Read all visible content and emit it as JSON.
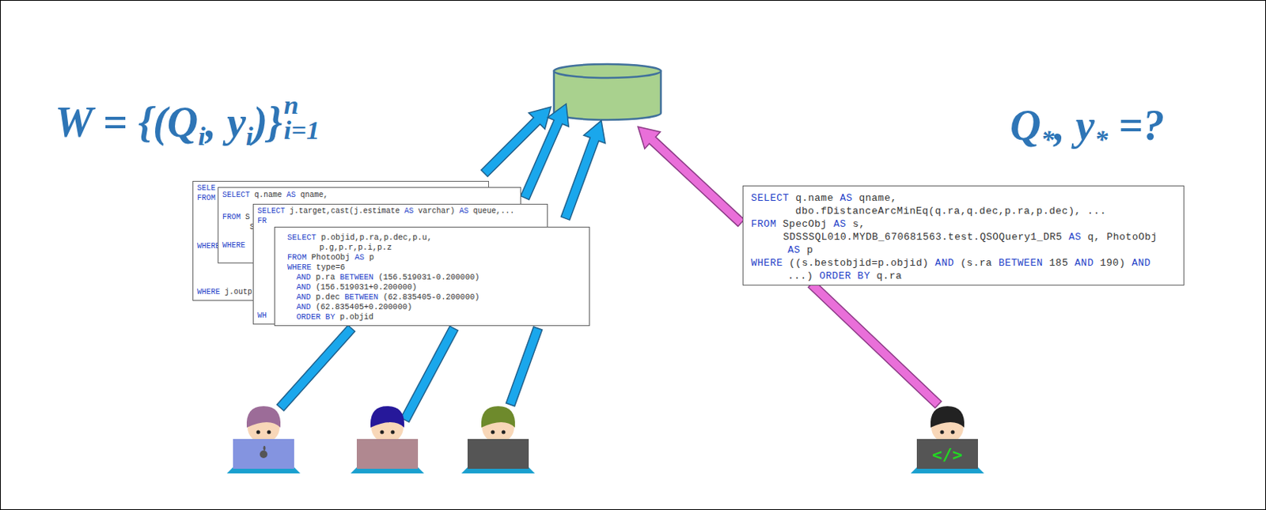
{
  "diagram": {
    "nodes": [
      {
        "text": [
          "SELE",
          "FROM",
          "WHERE",
          "WHERE j.outp"
        ]
      },
      {
        "text": [
          "SELECT q.name AS qname,",
          "FROM S",
          "S",
          "WHERE"
        ]
      },
      {
        "text": [
          "SELECT j.target,cast(j.estimate AS varchar) AS queue,...",
          "FR",
          "WH"
        ]
      },
      {
        "text": [
          "SELECT p.objid,p.ra,p.dec,p.u,",
          "p.g,p.r,p.i,p.z",
          "FROM PhotoObj AS p",
          "WHERE type=6",
          "AND p.ra BETWEEN (156.519031-0.200000)",
          "AND (156.519031+0.200000)",
          "AND p.dec BETWEEN (62.835405-0.200000)",
          "AND (62.835405+0.200000)",
          "ORDER BY p.objid"
        ]
      },
      {
        "text": [
          "SELECT q.name AS qname,",
          "dbo.fDistanceArcMinEq(q.ra,q.dec,p.ra,p.dec), ...",
          "FROM SpecObj AS s,",
          "SDSSSQL010.MYDB_670681563.test.QSOQuery1_DR5 AS q, PhotoObj",
          "AS p",
          "WHERE ((s.bestobjid=p.objid) AND (s.ra BETWEEN 185 AND 190) AND",
          "...) ORDER BY q.ra"
        ]
      }
    ],
    "edges": [],
    "labels": [
      "W = {(Q",
      "i",
      ", y",
      "i",
      ")}",
      "n",
      "i=1",
      "Q",
      "*",
      ", y",
      "*",
      "=?",
      "</>"
    ]
  }
}
